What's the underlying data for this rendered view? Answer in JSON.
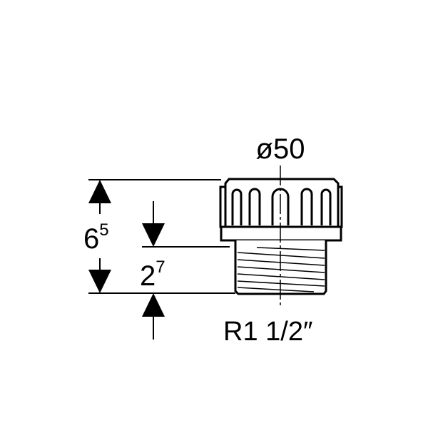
{
  "diameter_label": "ø50",
  "thread_label": "R1 1/2″",
  "height_total": {
    "base": "6",
    "sup": "5"
  },
  "height_thread": {
    "base": "2",
    "sup": "7"
  },
  "colors": {
    "line": "#000000",
    "background": "#ffffff"
  }
}
